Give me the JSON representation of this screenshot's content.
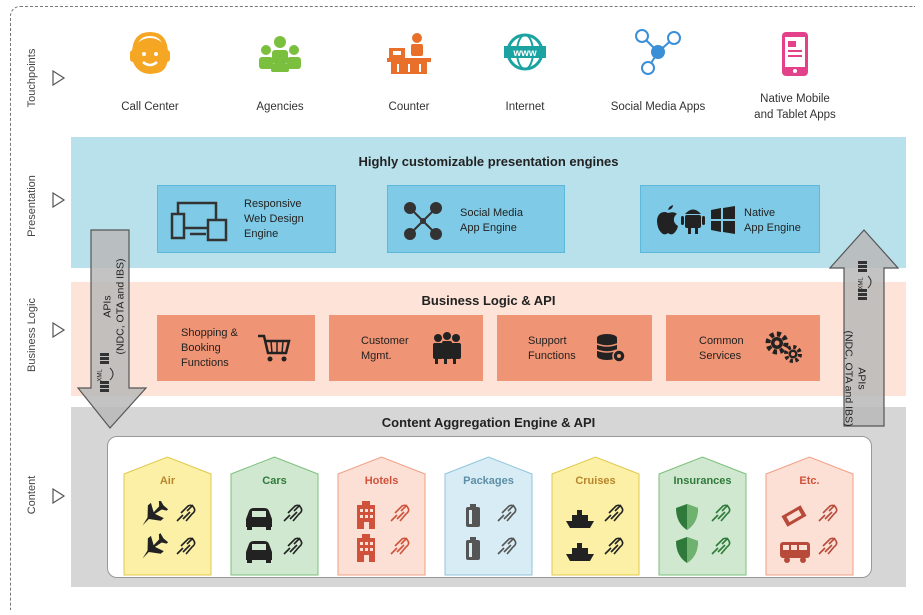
{
  "rows": {
    "touchpoints": "Touchpoints",
    "presentation": "Presentation",
    "business_logic": "Business Logic",
    "content": "Content"
  },
  "touchpoints": {
    "call_center": "Call Center",
    "agencies": "Agencies",
    "counter": "Counter",
    "internet": "Internet",
    "social_media": "Social Media Apps",
    "native_mobile_1": "Native Mobile",
    "native_mobile_2": "and Tablet Apps"
  },
  "presentation": {
    "title": "Highly customizable presentation engines",
    "responsive": [
      "Responsive",
      "Web Design",
      "Engine"
    ],
    "social": [
      "Social Media",
      "App Engine"
    ],
    "native": [
      "Native",
      "App Engine"
    ]
  },
  "business": {
    "title": "Business Logic & API",
    "shopping": [
      "Shopping &",
      "Booking",
      "Functions"
    ],
    "customer": [
      "Customer",
      "Mgmt."
    ],
    "support": [
      "Support",
      "Functions"
    ],
    "common": [
      "Common",
      "Services"
    ]
  },
  "content": {
    "title": "Content Aggregation Engine & API",
    "categories": [
      "Air",
      "Cars",
      "Hotels",
      "Packages",
      "Cruises",
      "Insurances",
      "Etc."
    ]
  },
  "arrows": {
    "left_1": "APIs",
    "left_2": "(NDC, OTA and IBS)",
    "right_1": "APIs",
    "right_2": "(NDC, OTA and IBS)",
    "xml": "XML"
  },
  "colors": {
    "touch_icons": "#f5a623",
    "presentation_band": "#b9e1ec",
    "presentation_box": "#7fcbe7",
    "business_band": "#fde3d8",
    "business_box": "#ef9474",
    "content_band": "#d6d6d6",
    "air": "#fbf0a6",
    "cars": "#cfe8cf",
    "hotels": "#fde0d5",
    "packages": "#d7ecf4",
    "cruises": "#fbf0a6",
    "insurances": "#cfe8cf",
    "etc": "#fde0d5"
  },
  "icons": {
    "call_center": "headset-person-icon",
    "agencies": "group-people-icon",
    "counter": "counter-desk-icon",
    "internet": "globe-www-icon",
    "social": "social-network-icon",
    "native": "smartphone-icon"
  }
}
